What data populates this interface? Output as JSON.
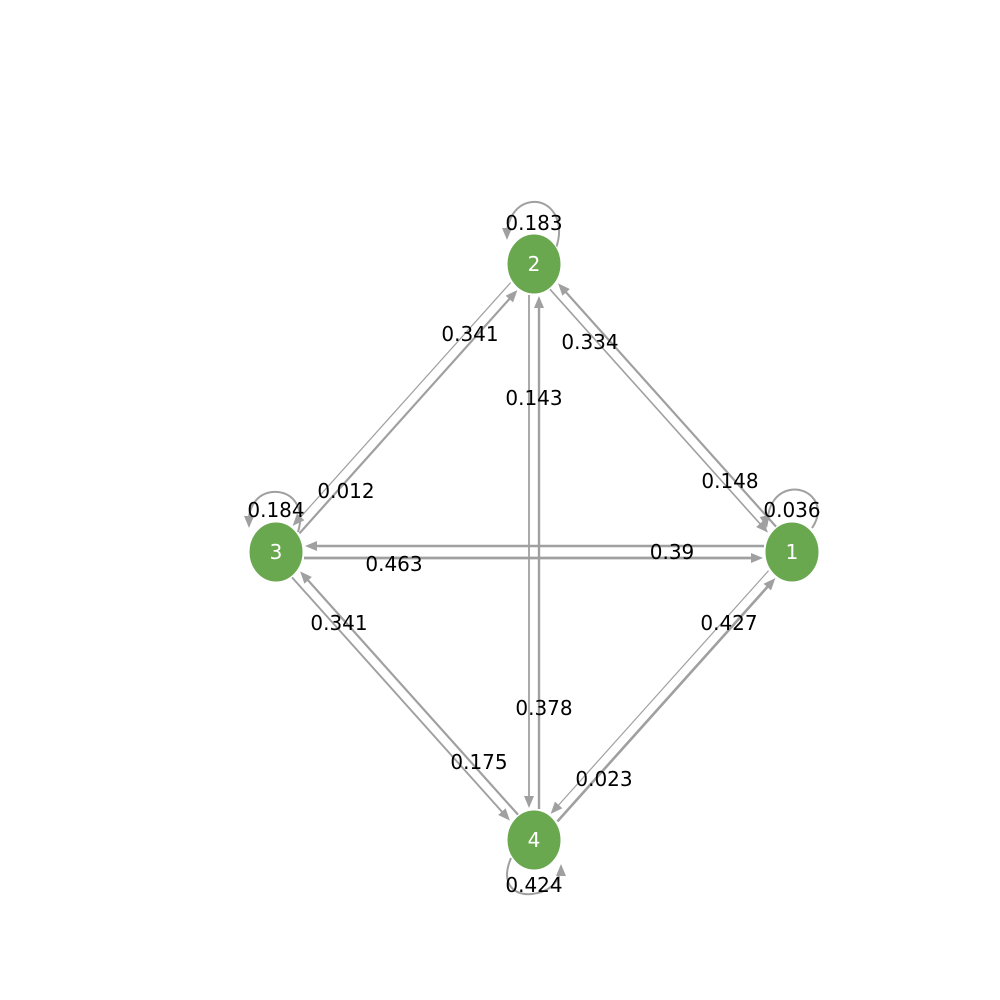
{
  "nodes": [
    {
      "id": "1",
      "label": "1",
      "color": "#6aa84f"
    },
    {
      "id": "2",
      "label": "2",
      "color": "#6aa84f"
    },
    {
      "id": "3",
      "label": "3",
      "color": "#6aa84f"
    },
    {
      "id": "4",
      "label": "4",
      "color": "#6aa84f"
    }
  ],
  "edges": [
    {
      "from": "2",
      "to": "1",
      "weight": "0.148"
    },
    {
      "from": "1",
      "to": "2",
      "weight": "0.334"
    },
    {
      "from": "3",
      "to": "2",
      "weight": "0.341"
    },
    {
      "from": "2",
      "to": "3",
      "weight": "0.012"
    },
    {
      "from": "2",
      "to": "4",
      "weight": "0.143"
    },
    {
      "from": "4",
      "to": "2",
      "weight": "0.378"
    },
    {
      "from": "1",
      "to": "3",
      "weight": "0.39"
    },
    {
      "from": "3",
      "to": "1",
      "weight": "0.463"
    },
    {
      "from": "4",
      "to": "1",
      "weight": "0.427"
    },
    {
      "from": "1",
      "to": "4",
      "weight": "0.023"
    },
    {
      "from": "3",
      "to": "4",
      "weight": "0.175"
    },
    {
      "from": "4",
      "to": "3",
      "weight": "0.341"
    }
  ],
  "self_loops": [
    {
      "node": "1",
      "weight": "0.036"
    },
    {
      "node": "2",
      "weight": "0.183"
    },
    {
      "node": "3",
      "weight": "0.184"
    },
    {
      "node": "4",
      "weight": "0.424"
    }
  ],
  "edge_color": "#a0a0a0"
}
